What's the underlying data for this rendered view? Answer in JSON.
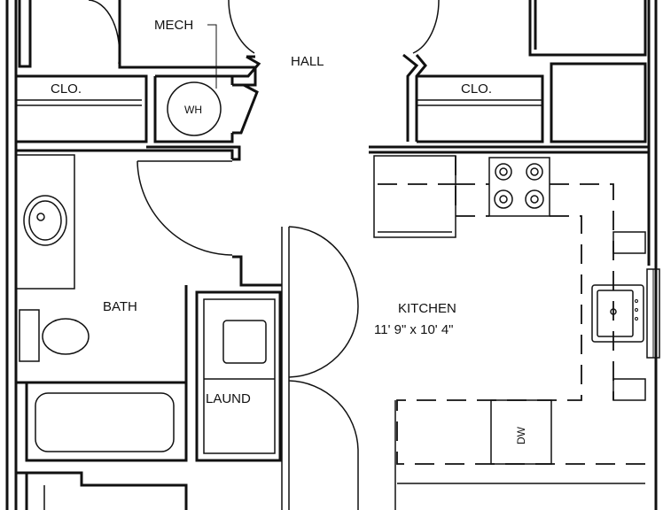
{
  "rooms": {
    "mech": "MECH",
    "hall": "HALL",
    "closet_left": "CLO.",
    "closet_right": "CLO.",
    "water_heater": "WH",
    "bath": "BATH",
    "kitchen": "KITCHEN",
    "kitchen_dims": "11' 9\" x 10' 4\"",
    "laundry": "LAUND",
    "dishwasher": "DW"
  }
}
